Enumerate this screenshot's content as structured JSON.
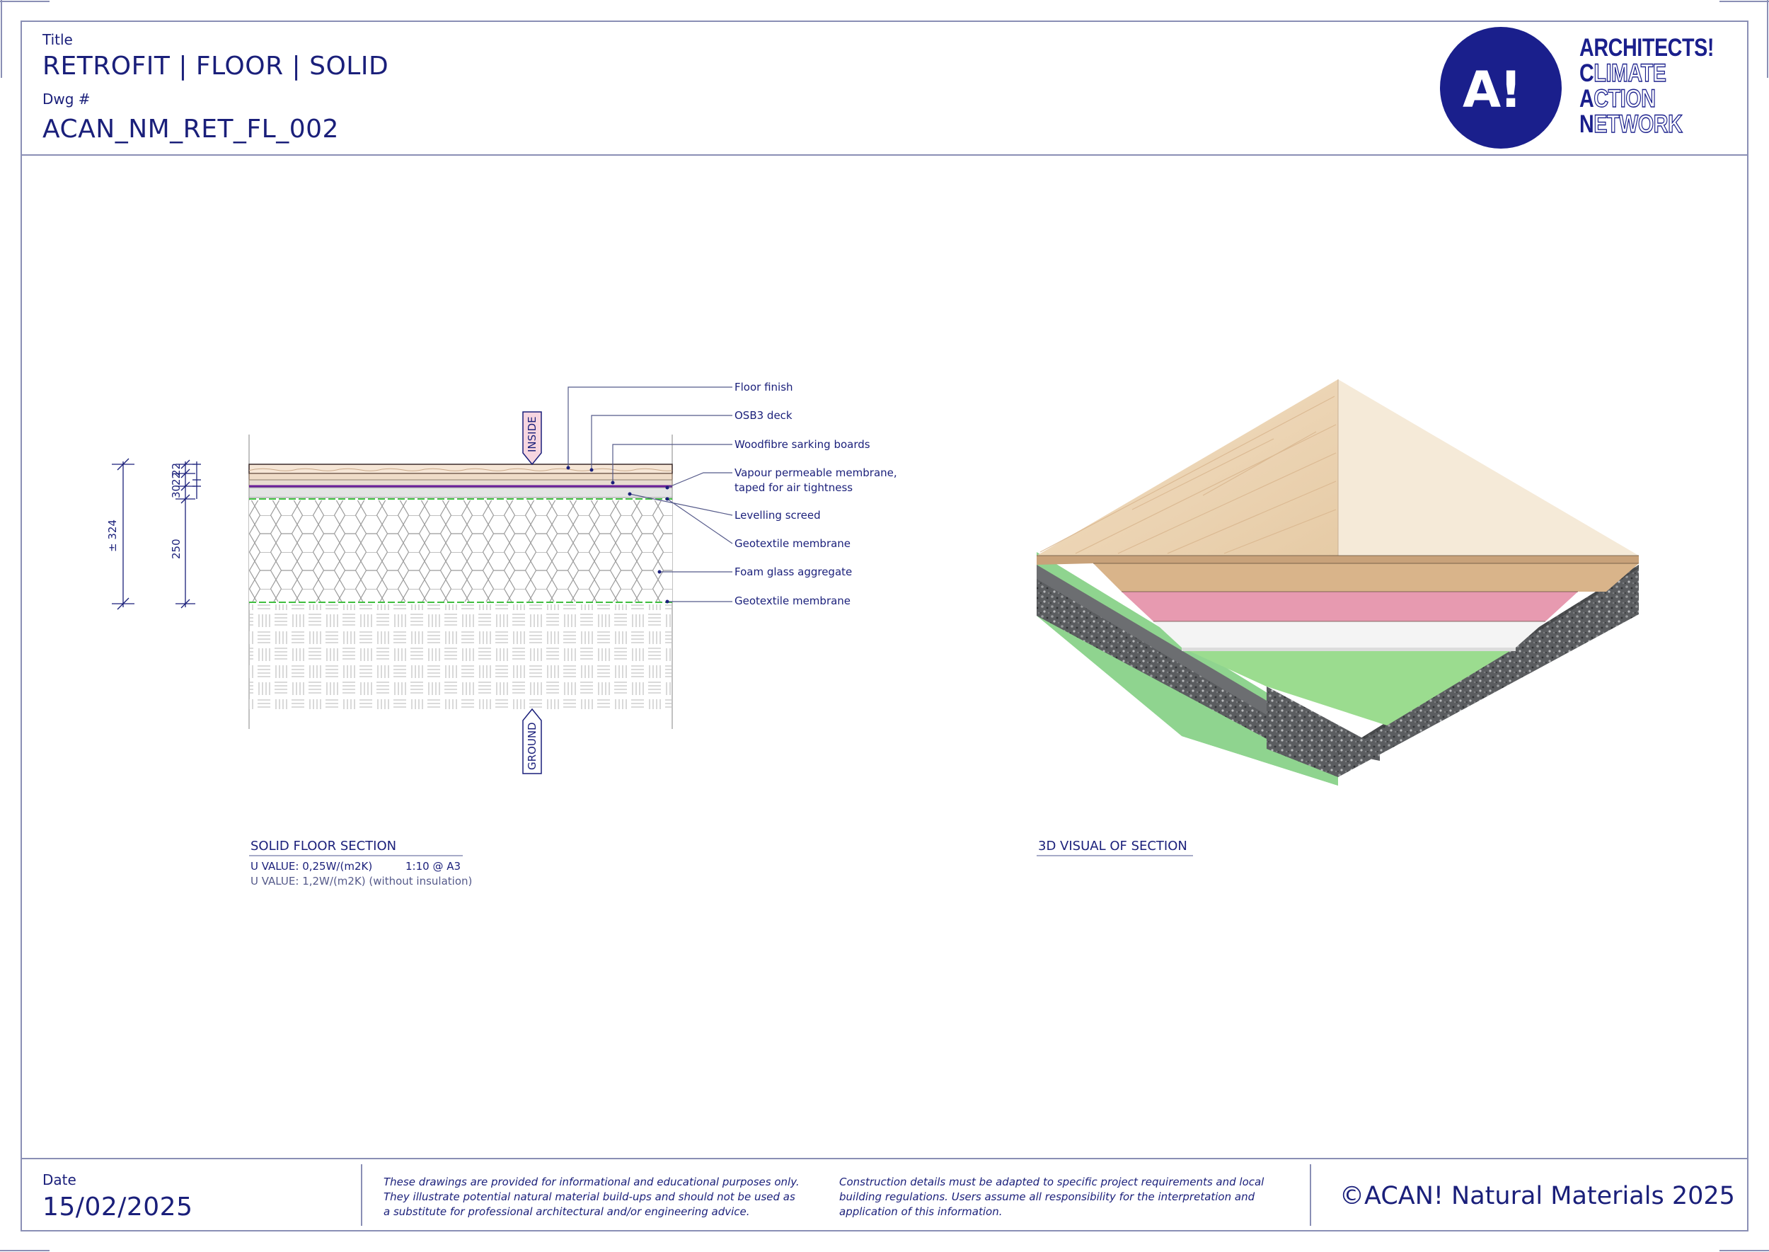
{
  "header": {
    "title_label": "Title",
    "title": "RETROFIT | FLOOR | SOLID",
    "dwg_label": "Dwg #",
    "dwg_number": "ACAN_NM_RET_FL_002"
  },
  "logo": {
    "mark": "A!",
    "line1": "ARCHITECTS!",
    "line2_initial": "C",
    "line2_rest": "LIMATE",
    "line3_initial": "A",
    "line3_rest": "CTION",
    "line4_initial": "N",
    "line4_rest": "ETWORK",
    "brand_color": "#1a1f8c"
  },
  "section": {
    "top_tag": "INSIDE",
    "bottom_tag": "GROUND",
    "dimensions": {
      "overall": "± 324",
      "d1": "22",
      "d2": "22",
      "d3": "30",
      "d4": "250"
    },
    "callouts": [
      "Floor finish",
      "OSB3 deck",
      "Woodfibre sarking boards",
      "Vapour permeable membrane,",
      "taped for air tightness",
      "Levelling screed",
      "Geotextile membrane",
      "Foam glass aggregate",
      "Geotextile membrane"
    ],
    "caption": "SOLID FLOOR SECTION",
    "u_value": "U VALUE: 0,25W/(m2K)",
    "scale": "1:10 @ A3",
    "u_value_uninsulated": "U VALUE: 1,2W/(m2K) (without insulation)"
  },
  "visual": {
    "caption": "3D VISUAL OF SECTION"
  },
  "footer": {
    "date_label": "Date",
    "date": "15/02/2025",
    "disclaimer_1": "These drawings are provided for informational and educational purposes only. They illustrate potential natural material build-ups and should not be used as a substitute for professional architectural and/or engineering advice.",
    "disclaimer_2": "Construction details must be adapted to specific project requirements and local building regulations. Users assume all responsibility for the interpretation and application of this information.",
    "copyright": "©ACAN! Natural Materials 2025"
  }
}
